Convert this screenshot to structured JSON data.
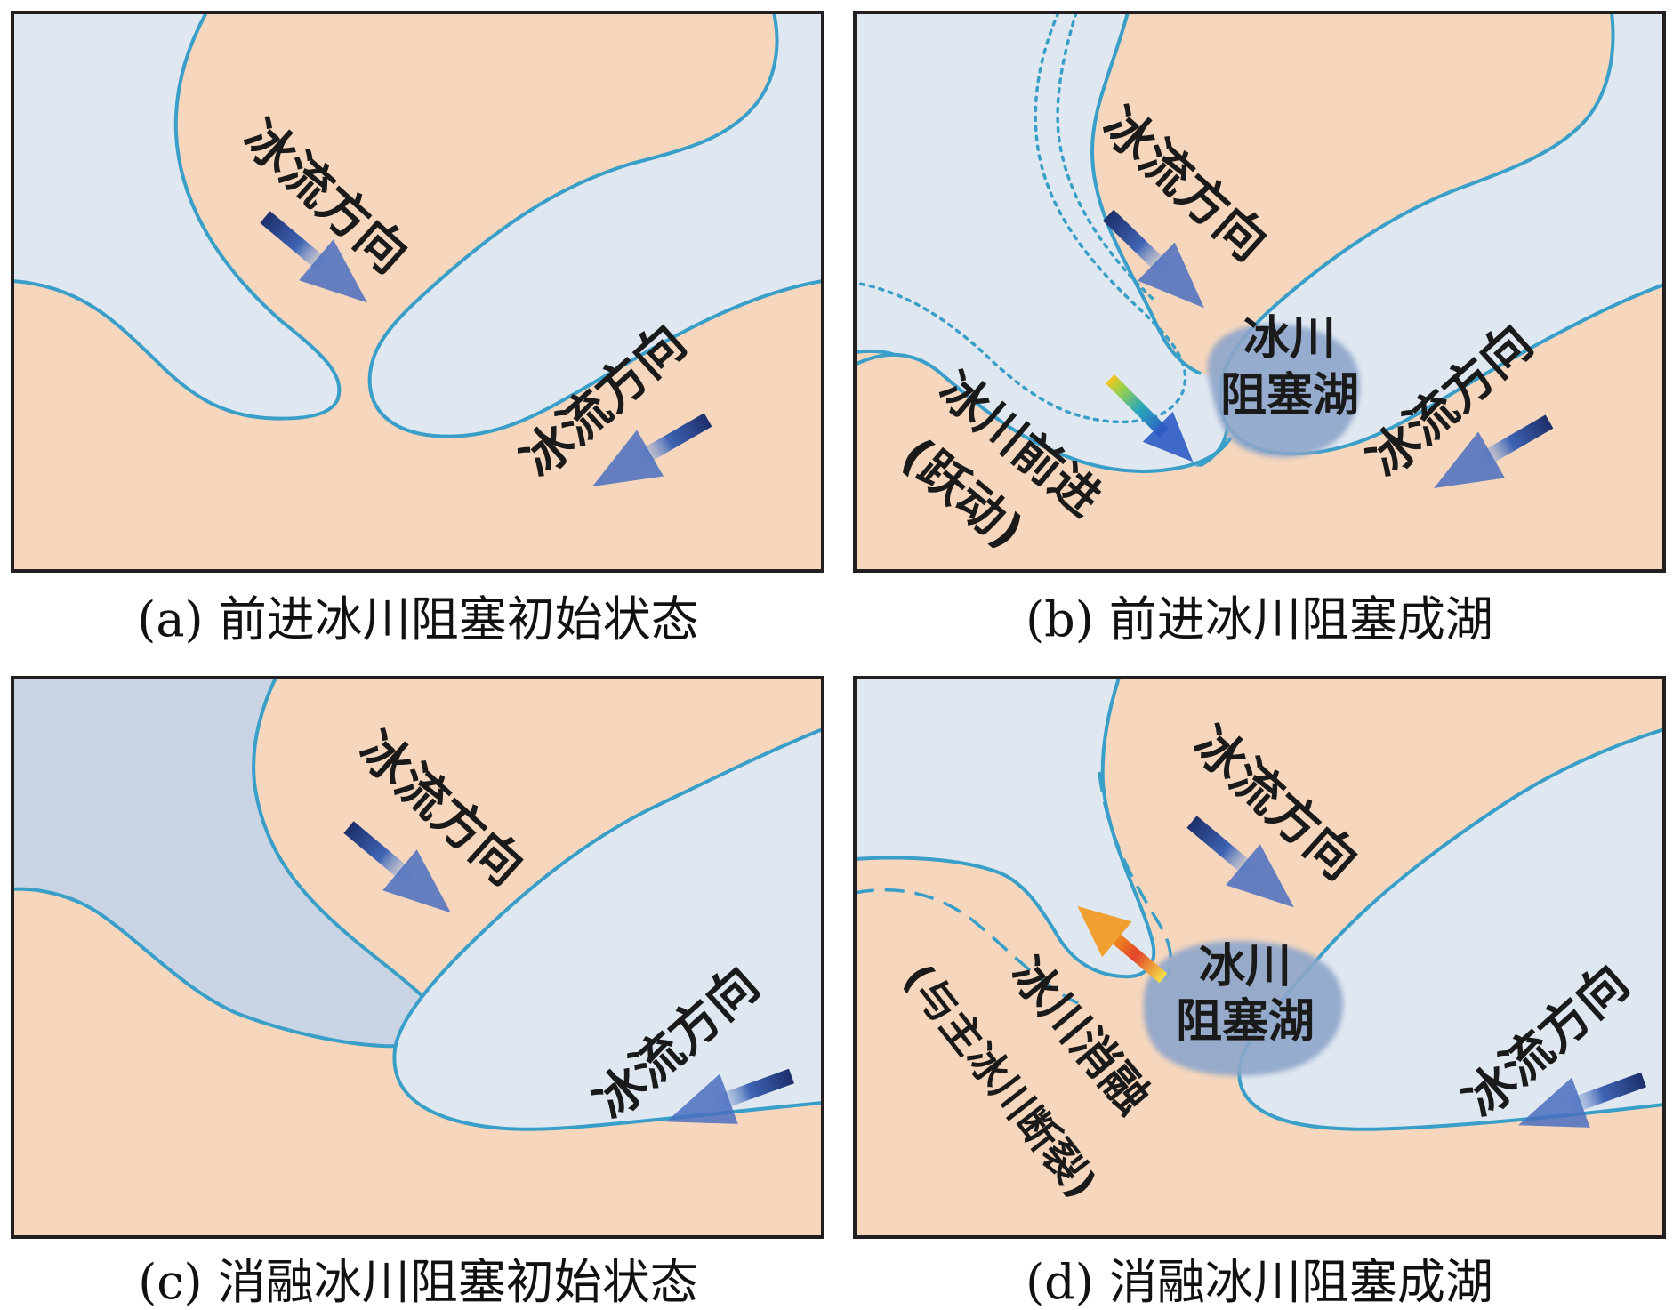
{
  "panels": [
    {
      "caption": "(a) 前进冰川阻塞初始状态",
      "labels": {
        "flow_tributary": "冰流方向",
        "flow_main": "冰流方向"
      }
    },
    {
      "caption": "(b) 前进冰川阻塞成湖",
      "labels": {
        "flow_tributary": "冰流方向",
        "flow_main": "冰流方向",
        "lake_line1": "冰川",
        "lake_line2": "阻塞湖",
        "advance_line1": "冰川前进",
        "advance_line2": "(跃动)"
      }
    },
    {
      "caption": "(c) 消融冰川阻塞初始状态",
      "labels": {
        "flow_tributary": "冰流方向",
        "flow_main": "冰流方向"
      }
    },
    {
      "caption": "(d) 消融冰川阻塞成湖",
      "labels": {
        "flow_tributary": "冰流方向",
        "flow_main": "冰流方向",
        "lake_line1": "冰川",
        "lake_line2": "阻塞湖",
        "melt_line1": "冰川消融",
        "melt_line2": "(与主冰川断裂)"
      }
    }
  ],
  "colors": {
    "land": "#f6d7bd",
    "ice_light": "#dfe7f0",
    "ice_dark": "#c9d4e4",
    "ice_outline": "#3a9fc8",
    "lake": "#8ea6cb",
    "flow_arrow": "#4a6fbf"
  },
  "icons": [
    "flow-arrow-icon",
    "warm-arrow-icon"
  ]
}
